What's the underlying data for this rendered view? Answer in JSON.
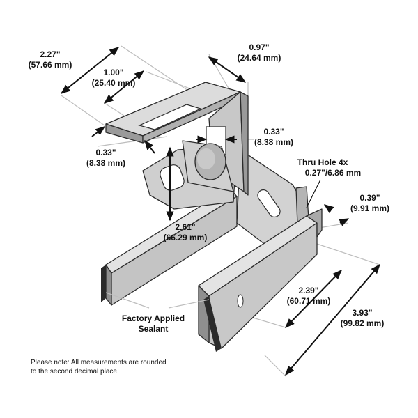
{
  "dimensions": {
    "width_total": {
      "inches": "2.27\"",
      "mm": "(57.66 mm)"
    },
    "slot_length": {
      "inches": "1.00\"",
      "mm": "(25.40 mm)"
    },
    "top_width": {
      "inches": "0.97\"",
      "mm": "(24.64 mm)"
    },
    "plate_thickness": {
      "inches": "0.33\"",
      "mm": "(8.38 mm)"
    },
    "bolt_offset": {
      "inches": "0.33\"",
      "mm": "(8.38 mm)"
    },
    "thru_hole": {
      "title": "Thru Hole 4x",
      "value": "0.27\"/6.86 mm"
    },
    "flange_height": {
      "inches": "0.39\"",
      "mm": "(9.91 mm)"
    },
    "height": {
      "inches": "2.61\"",
      "mm": "(66.29 mm)"
    },
    "foot_length": {
      "inches": "2.39\"",
      "mm": "(60.71 mm)"
    },
    "overall_length": {
      "inches": "3.93\"",
      "mm": "(99.82 mm)"
    }
  },
  "labels": {
    "sealant_line1": "Factory Applied",
    "sealant_line2": "Sealant"
  },
  "note": {
    "line1": "Please note: All measurements are rounded",
    "line2": "to the second decimal place."
  },
  "colors": {
    "metal_light": "#d9d9d9",
    "metal_mid": "#bdbdbd",
    "metal_dark": "#8f8f8f",
    "sealant": "#2a2a2a",
    "dimension_line": "#111111",
    "extension_line": "#bdbdbd"
  }
}
